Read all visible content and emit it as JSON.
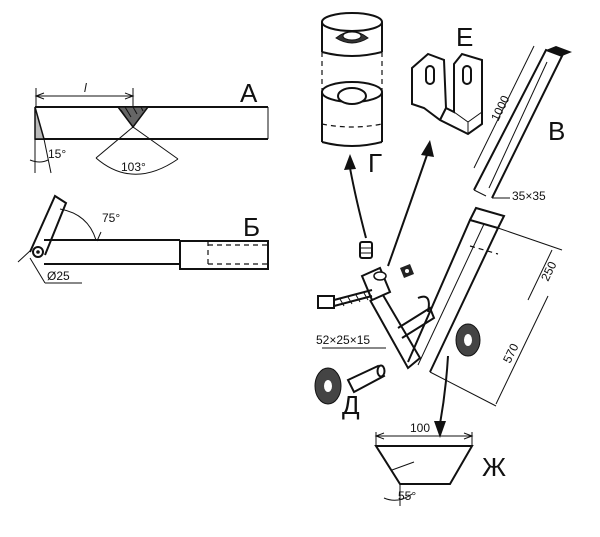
{
  "labels": {
    "A": "А",
    "B": "Б",
    "V": "В",
    "G": "Г",
    "D": "Д",
    "E": "Е",
    "Zh": "Ж"
  },
  "dims": {
    "l": "l",
    "angle15": "15°",
    "angle103": "103°",
    "angle75": "75°",
    "dia25": "Ø25",
    "len1000": "1000",
    "sect35": "35×35",
    "len250": "250",
    "len570": "570",
    "part52": "52×25×15",
    "width100": "100",
    "angle55": "55°"
  }
}
